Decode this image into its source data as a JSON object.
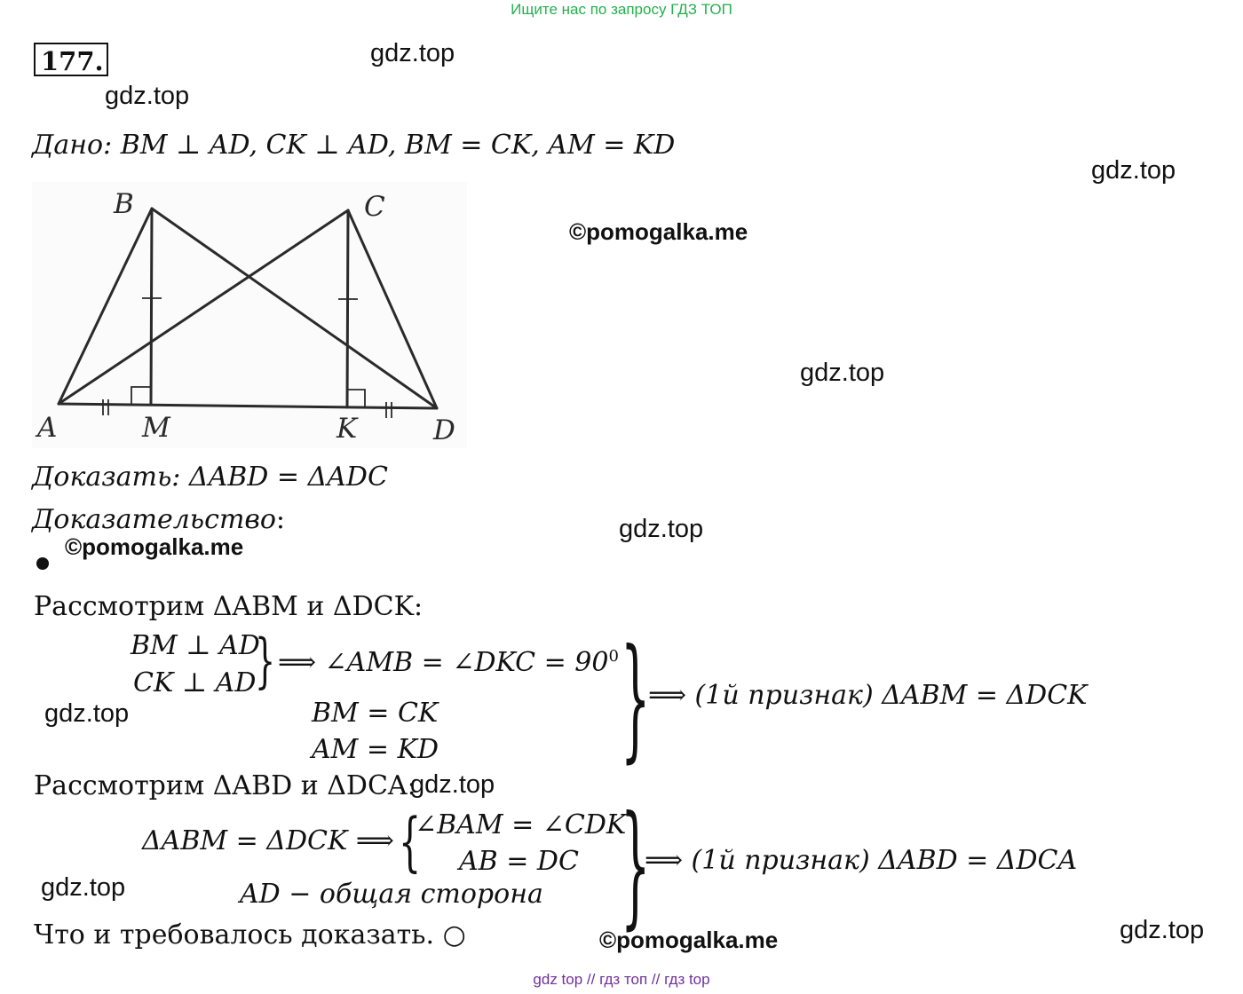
{
  "header": {
    "search_hint": "Ищите нас по запросу ГДЗ ТОП"
  },
  "problem_number": "177.",
  "watermarks": {
    "gdz": "gdz.top",
    "pomogalka": "©pomogalka.me"
  },
  "given": {
    "label": "Дано",
    "text": ": BM ⊥ AD, CK ⊥ AD, BM = CK, AM = KD"
  },
  "figure": {
    "labels": {
      "B": "B",
      "C": "C",
      "A": "A",
      "M": "M",
      "K": "K",
      "D": "D"
    }
  },
  "prove": {
    "label": "Доказать",
    "text": ": ΔABD = ΔADC"
  },
  "proof": {
    "label": "Доказательство",
    "colon": ":"
  },
  "step1": {
    "intro": "Рассмотрим ΔABM и ΔDCK:",
    "cond1": "BM ⊥ AD",
    "cond2": "CK ⊥ AD",
    "implies_angle": "⟹ ∠AMB = ∠DKC = 90",
    "degree_sup": "0",
    "cond3": "BM = CK",
    "cond4": "AM = KD",
    "conclusion": "⟹ (1й признак) ΔABM = ΔDCK"
  },
  "step2": {
    "intro": "Рассмотрим ΔABD и ΔDCA:",
    "premise": "ΔABM = ΔDCK ⟹",
    "cond1": "∠BAM = ∠CDK",
    "cond2": "AB = DC",
    "cond3": "AD − общая сторона",
    "conclusion": "⟹ (1й признак) ΔABD = ΔDCA"
  },
  "qed": "Что и требовалось доказать. ○",
  "footer": {
    "links": "gdz top  //  гдз топ  //  гдз top"
  }
}
